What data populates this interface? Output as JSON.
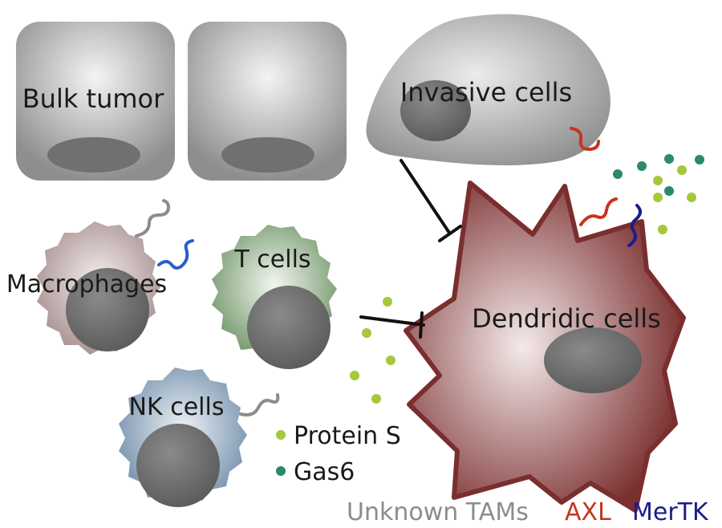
{
  "cells": {
    "bulk_tumor": "Bulk tumor",
    "invasive": "Invasive cells",
    "macrophages": "Macrophages",
    "t_cells": "T cells",
    "nk_cells": "NK cells",
    "dendritic": "Dendridic cells"
  },
  "legend": {
    "protein_s": "Protein S",
    "gas6": "Gas6"
  },
  "receptor_legend": {
    "unknown": "Unknown TAMs",
    "axl": "AXL",
    "mertk": "MerTK"
  },
  "colors": {
    "protein_s": "#a6c83c",
    "gas6": "#2a8a6a",
    "unknown_tam": "#8c8c8c",
    "axl": "#c8341c",
    "mertk": "#1c1c8c",
    "macrophage_receptor": "#2a5ec8"
  }
}
